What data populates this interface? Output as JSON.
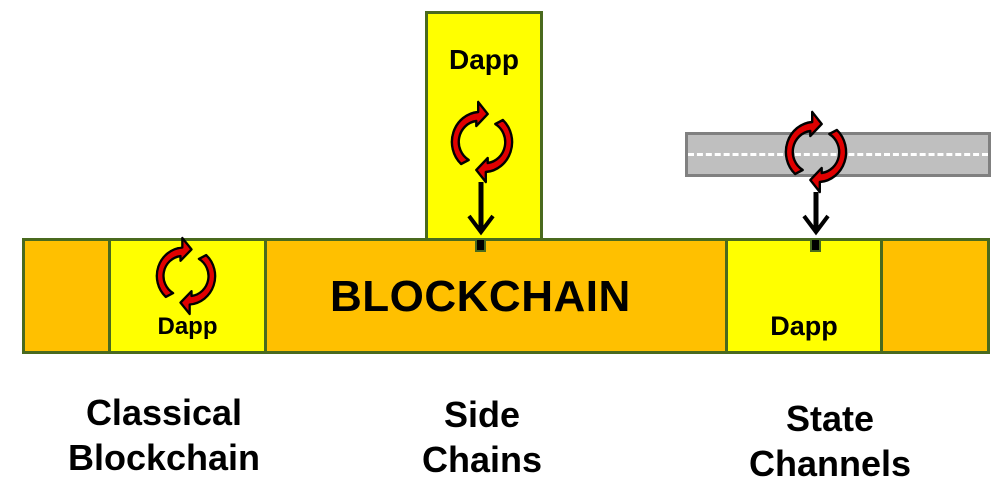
{
  "diagram": {
    "main_chain_label": "BLOCKCHAIN",
    "dapp_label": "Dapp",
    "sections": [
      {
        "id": "classical",
        "caption_line1": "Classical",
        "caption_line2": "Blockchain",
        "dapp": "Dapp"
      },
      {
        "id": "side-chains",
        "caption_line1": "Side",
        "caption_line2": "Chains",
        "dapp": "Dapp"
      },
      {
        "id": "state-channels",
        "caption_line1": "State",
        "caption_line2": "Channels",
        "dapp": "Dapp"
      }
    ],
    "icons": {
      "cycle": "circular-arrows-icon",
      "arrow": "down-arrow-icon",
      "road": "off-chain-road"
    },
    "colors": {
      "chain_orange": "#FFC000",
      "dapp_yellow": "#FFFF00",
      "border_green": "#4A6A1E",
      "road_gray": "#BFBFBF",
      "arrow_red": "#E00000"
    }
  }
}
